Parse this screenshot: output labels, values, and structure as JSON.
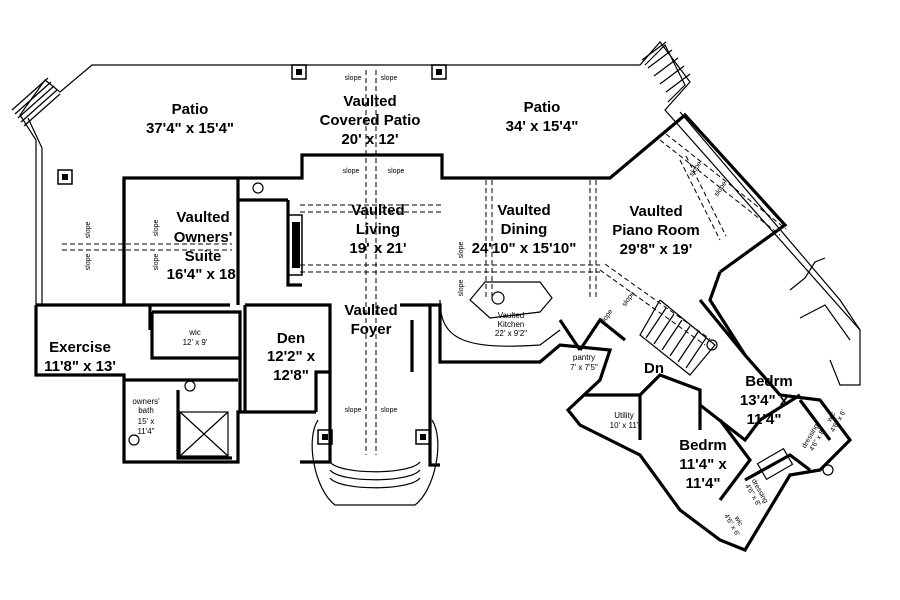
{
  "rooms": {
    "patio_left": {
      "name": "Patio",
      "size": "37'4\" x 15'4\""
    },
    "covered_patio": {
      "prefix": "Vaulted",
      "name": "Covered Patio",
      "size": "20' x 12'"
    },
    "patio_right": {
      "name": "Patio",
      "size": "34' x 15'4\""
    },
    "owners_suite": {
      "prefix": "Vaulted",
      "name1": "Owners'",
      "name2": "Suite",
      "size": "16'4\" x 18'"
    },
    "living": {
      "prefix": "Vaulted",
      "name": "Living",
      "size": "19' x 21'"
    },
    "dining": {
      "prefix": "Vaulted",
      "name": "Dining",
      "size": "24'10\" x 15'10\""
    },
    "piano_room": {
      "prefix": "Vaulted",
      "name": "Piano Room",
      "size": "29'8\" x 19'"
    },
    "exercise": {
      "name": "Exercise",
      "size": "11'8\" x 13'"
    },
    "wic": {
      "name": "wic",
      "size": "12' x 9'"
    },
    "den": {
      "name": "Den",
      "size1": "12'2\" x",
      "size2": "12'8\""
    },
    "foyer": {
      "prefix": "Vaulted",
      "name": "Foyer"
    },
    "kitchen": {
      "prefix": "Vaulted",
      "name": "Kitchen",
      "size": "22' x 9'2\""
    },
    "owners_bath": {
      "line1": "owners'",
      "line2": "bath",
      "line3": "15' x",
      "line4": "11'4\""
    },
    "pantry": {
      "name": "pantry",
      "size": "7' x 7'5\""
    },
    "utility": {
      "name": "Utility",
      "size": "10' x 11'"
    },
    "stair_dn": {
      "name": "Dn"
    },
    "bedrm_upper": {
      "name": "Bedrm",
      "size1": "13'4\" x",
      "size2": "11'4\""
    },
    "bedrm_lower": {
      "name": "Bedrm",
      "size1": "11'4\" x",
      "size2": "11'4\""
    },
    "dressing_upper": {
      "name": "dressing",
      "size": "4'6\" x 8'"
    },
    "dressing_lower": {
      "name": "dressing",
      "size": "4'6\" x 8'"
    },
    "wic_upper": {
      "name": "wic",
      "size": "4'6\" x 6'"
    },
    "wic_lower": {
      "name": "wic",
      "size": "4'6\" x 6'"
    }
  },
  "slope_label": "slope"
}
